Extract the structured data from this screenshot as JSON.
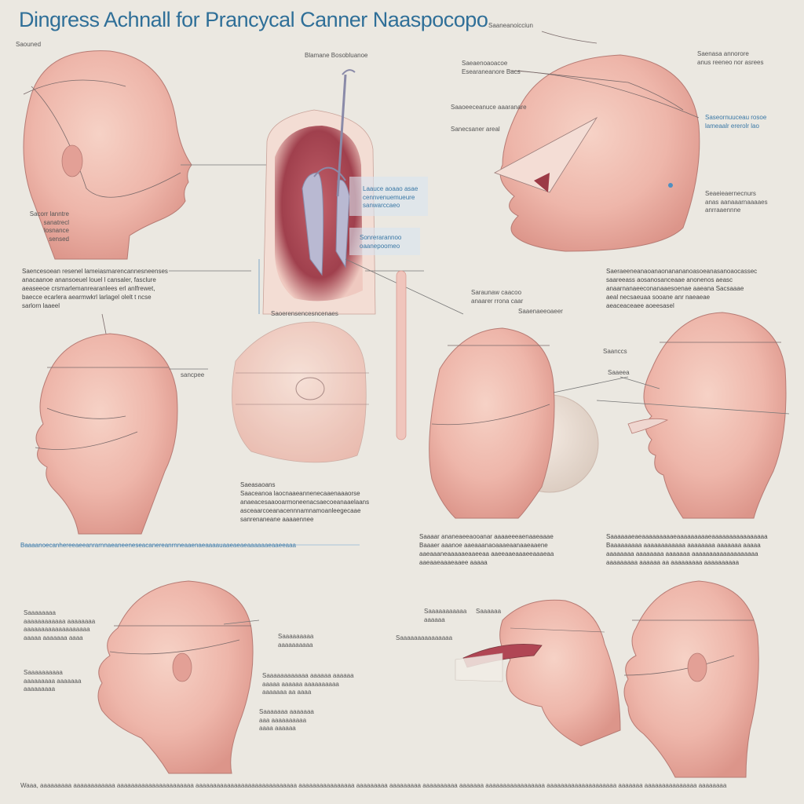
{
  "title": "Dingress Achnall for Prancycal Canner Naaspocopo",
  "colors": {
    "skin": "#eeb6aa",
    "skin_dark": "#d98e86",
    "accent_blue": "#3a78a6",
    "background": "#ebe8e1"
  },
  "labels": {
    "tl_top": "Saouned",
    "tl_side": "Sacorr lanntre\nsanatrecl losnance\nsensed",
    "tl_caption": "Saencesoean resenel lameiasmarencannesneenses\nanacaanoe anansoeuel louel l cansaler, fasclure\naeaseeoe crsmarlemanrearanlees erl anlfrewet,\nbaecce ecarlera aearmwkrl larlagel olelt t ncse\nsarlorn laaeel",
    "center_top": "Blamane Bosobluanoe",
    "center_box1": "Laauce aoaao asae\ncennvenuemueure\nsanwarccaeo",
    "center_box2": "Sonrerarannoo\noaanepoomeo",
    "center_bottom": "Saoerensencesncenaes",
    "tr_top": "Saaneanoicciun",
    "tr_right": "Saenasa annorore\nanus reeneo nor asrees",
    "tr_left1": "Saeaenoaoacoe\nEsearaneanore Bacs",
    "tr_left2": "Saaoeeceanuce aaaranare",
    "tr_left3": "Sanecsaner areal",
    "tr_blue": "Saseornuuceau rosoe\nlameaalr ererolr lao",
    "tr_right2": "Seaeieaernecnurs\nanas aanaaarnaaaaes\nanrraaennne",
    "tr_caption": "Saeraeeneanaoanaonanananoasoeanasanoaocassec\nsaareeass aosanosanceaae anonenos aeasc\nanaarnanaeeconanaaesoenae aaeana Sacsaaae\naeal necsaeuaa sooane anr naeaeae\naeaceaceaee aoeesasel",
    "mid_center": "Saraunaw caacoo\nanaarer rrona caar",
    "mid_center2": "Saaenaeeoaeer",
    "ml_label": "sancpee",
    "mr_label1": "Saanccs",
    "mr_label2": "Saaeea",
    "center_caption": "Saeasaoans\nSaaceanoa  laocnaaeannenecaaenaaaorse\nanaeacesaaooarmoneenacsaecoeanaaelaans\nasceaarcoeanacennnamnamoanleegecaae\nsanrenaneane aaaaennee",
    "blue_rule": "Baaaanoecanhereeaeeanrarnnaeaneeneseacanereanrnneaaenaeaaaauaaeaeaeaaaaaaeaaeeaaa",
    "mr_caption": "Saaaar ananeaeeaooanar aaaaeeeaenaaeaaae\nBaaaer aaanoe aaeaaanaoaaaeaanaaeaaene\naaeaaaneaaaaaeaaeeaa aaeeaaeaaaeeaaaeaa\naaeaaeaaaeaaee aaaaa",
    "rr_caption": "Saaaaaaeaeaaaaaaaaaeaaaaaaaaaeaaaaaaaaaaaaaaaa\nBaaaaaaaaa aaaaaaaaaaaa aaaaaaaa aaaaaaa aaaaa\naaaaaaaa aaaaaaaa aaaaaaa aaaaaaaaaaaaaaaaaaa\naaaaaaaaa aaaaaa aa aaaaaaaaa aaaaaaaaaa",
    "bl_label1": "Saaaaaaaa\naaaaaaaaaaaa aaaaaaaa\naaaaaaaaaaaaaaaaaaa\naaaaa aaaaaaa aaaa",
    "bl_label2": "Saaaaaaaaaa\naaaaaaaaa aaaaaaa\naaaaaaaaa",
    "bl_label3": "Saaaaaaaaa\naaaaaaaaaa",
    "bc_label1": "Saaaaaaaaaaaa aaaaaa aaaaaa\naaaaa aaaaaa aaaaaaaaaa\naaaaaaa aa aaaa",
    "bc_label2": "Saaaaaaa aaaaaaa\naaa aaaaaaaaaa\naaaa aaaaaa",
    "br_label1": "Saaaaaaaaaaa\naaaaaa",
    "br_label2": "Saaaaaa",
    "br_label3": "Saaaaaaaaaaaaaaa"
  },
  "footer": "Waaa, aaaaaaaaa aaaaaaaaaaaa aaaaaaaaaaaaaaaaaaaaaa aaaaaaaaaaaaaaaaaaaaaaaaaaaaa aaaaaaaaaaaaaaaa aaaaaaaaa aaaaaaaaa aaaaaaaaaa aaaaaaa aaaaaaaaaaaaaaaaa aaaaaaaaaaaaaaaaaaaa aaaaaaa aaaaaaaaaaaaaaa aaaaaaaa"
}
